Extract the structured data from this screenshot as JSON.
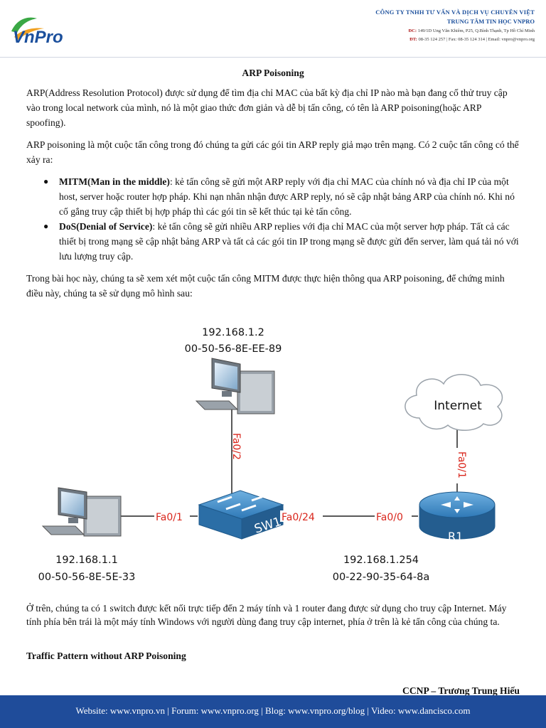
{
  "header": {
    "logo_text": "VnPro",
    "company_line1": "CÔNG TY TNHH TƯ VẤN VÀ DỊCH VỤ CHUYÊN VIỆT",
    "company_line2": "TRUNG TÂM TIN HỌC VNPRO",
    "address_label": "ĐC:",
    "address": "149/1D Ung Văn Khiêm, P25, Q.Bình Thạnh, Tp Hồ Chí Minh",
    "contact_label": "ĐT:",
    "contact": "08-35 124 257 | Fax: 08-35 124 314 | Email: vnpro@vnpro.org",
    "brand_color": "#1b4f9c"
  },
  "document": {
    "title": "ARP Poisoning",
    "p1": "ARP(Address Resolution Protocol) được sử dụng để tìm địa chỉ MAC của bất kỳ địa chỉ IP nào mà bạn đang cố thử truy cập vào trong local network của mình, nó là một giao thức đơn giản và dễ bị tấn công, có tên là ARP poisoning(hoặc ARP spoofing).",
    "p2": "ARP poisoning là một cuộc tấn công trong đó chúng ta gửi các gói tin ARP reply giả mạo trên mạng. Có 2 cuộc tấn công có thể xảy ra:",
    "bullets": [
      {
        "term": "MITM(Man in the middle)",
        "text": ": kẻ tấn công sẽ gửi một ARP reply với địa chỉ MAC của chính nó và địa chỉ IP của một host, server hoặc router hợp pháp. Khi nạn nhân nhận được ARP reply, nó sẽ cập nhật bảng ARP của chính nó. Khi nó cố gắng truy cập thiết bị hợp pháp thì các gói tin sẽ kết thúc tại kẻ tấn công."
      },
      {
        "term": "DoS(Denial of Service)",
        "text": ": kẻ tấn công sẽ gửi nhiều ARP replies với địa chỉ MAC của một server hợp pháp. Tất cả các thiết bị trong mạng sẽ cập nhật bảng ARP và tất cả các gói tin IP trong mạng sẽ được gửi đến server, làm quá tải nó với lưu lượng truy cập."
      }
    ],
    "p3": "Trong bài học này, chúng ta sẽ xem xét một cuộc tấn công MITM được thực hiện thông qua ARP poisoning, để chứng minh điều này, chúng ta sẽ sử dụng mô hình sau:",
    "p4": "Ở trên, chúng ta có 1 switch được kết nối trực tiếp đến 2 máy tính và 1 router đang được sử dụng cho truy cập Internet. Máy tính phía bên trái là một máy tính Windows với người dùng đang truy cập internet, phía ở trên là kẻ tấn công của chúng ta.",
    "subheading": "Traffic Pattern without ARP Poisoning",
    "author": "CCNP – Trương Trung Hiếu"
  },
  "diagram": {
    "top_pc": {
      "ip": "192.168.1.2",
      "mac": "00-50-56-8E-EE-89"
    },
    "left_pc": {
      "ip": "192.168.1.1",
      "mac": "00-50-56-8E-5E-33"
    },
    "router": {
      "ip": "192.168.1.254",
      "mac": "00-22-90-35-64-8a",
      "label": "R1"
    },
    "switch_label": "SW1",
    "cloud_label": "Internet",
    "ports": {
      "sw_top": "Fa0/2",
      "sw_left": "Fa0/1",
      "sw_right": "Fa0/24",
      "router_left": "Fa0/0",
      "router_top": "Fa0/1"
    },
    "port_color": "#d9261c",
    "device_color": "#2f79b7"
  },
  "footer": {
    "text": "Website: www.vnpro.vn | Forum: www.vnpro.org | Blog: www.vnpro.org/blog | Video: www.dancisco.com",
    "background": "#1f4c9a"
  }
}
